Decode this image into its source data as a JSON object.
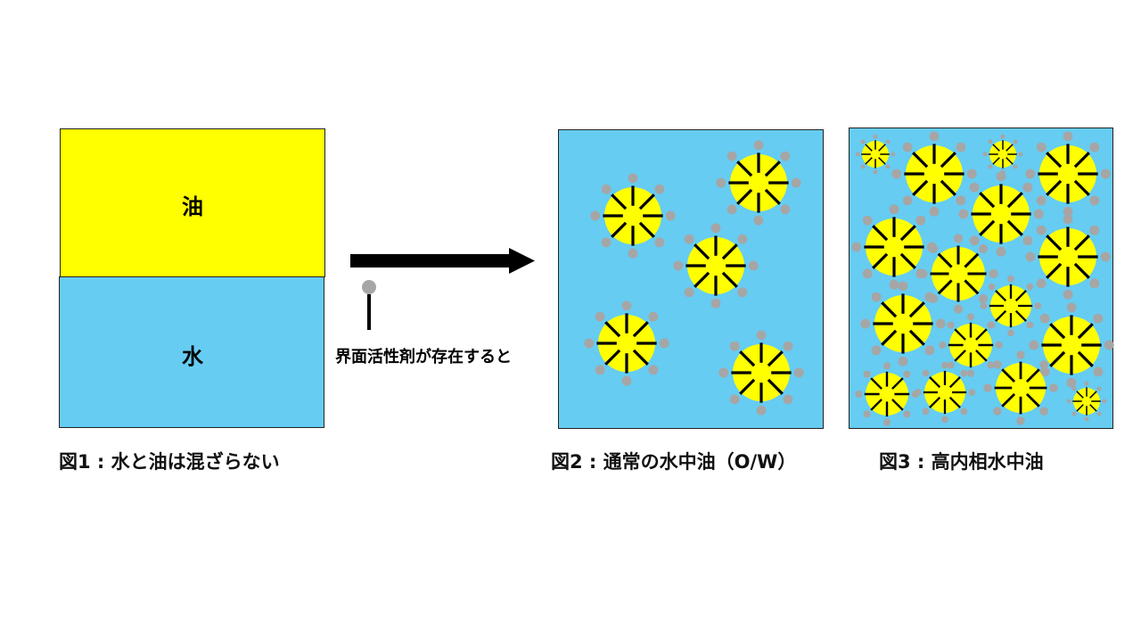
{
  "figure1": {
    "oil_label": "油",
    "water_label": "水",
    "caption": "図1 : 水と油は混ざらない"
  },
  "arrow": {
    "label": "界面活性剤が存在すると"
  },
  "figure2": {
    "caption": "図2 : 通常の水中油（O/W）"
  },
  "figure3": {
    "caption": "図3 : 高内相水中油"
  },
  "colors": {
    "oil": "#FFFF00",
    "water": "#66CCF2",
    "surfactant_head": "#A6A6A6",
    "surfactant_tail": "#000000"
  }
}
